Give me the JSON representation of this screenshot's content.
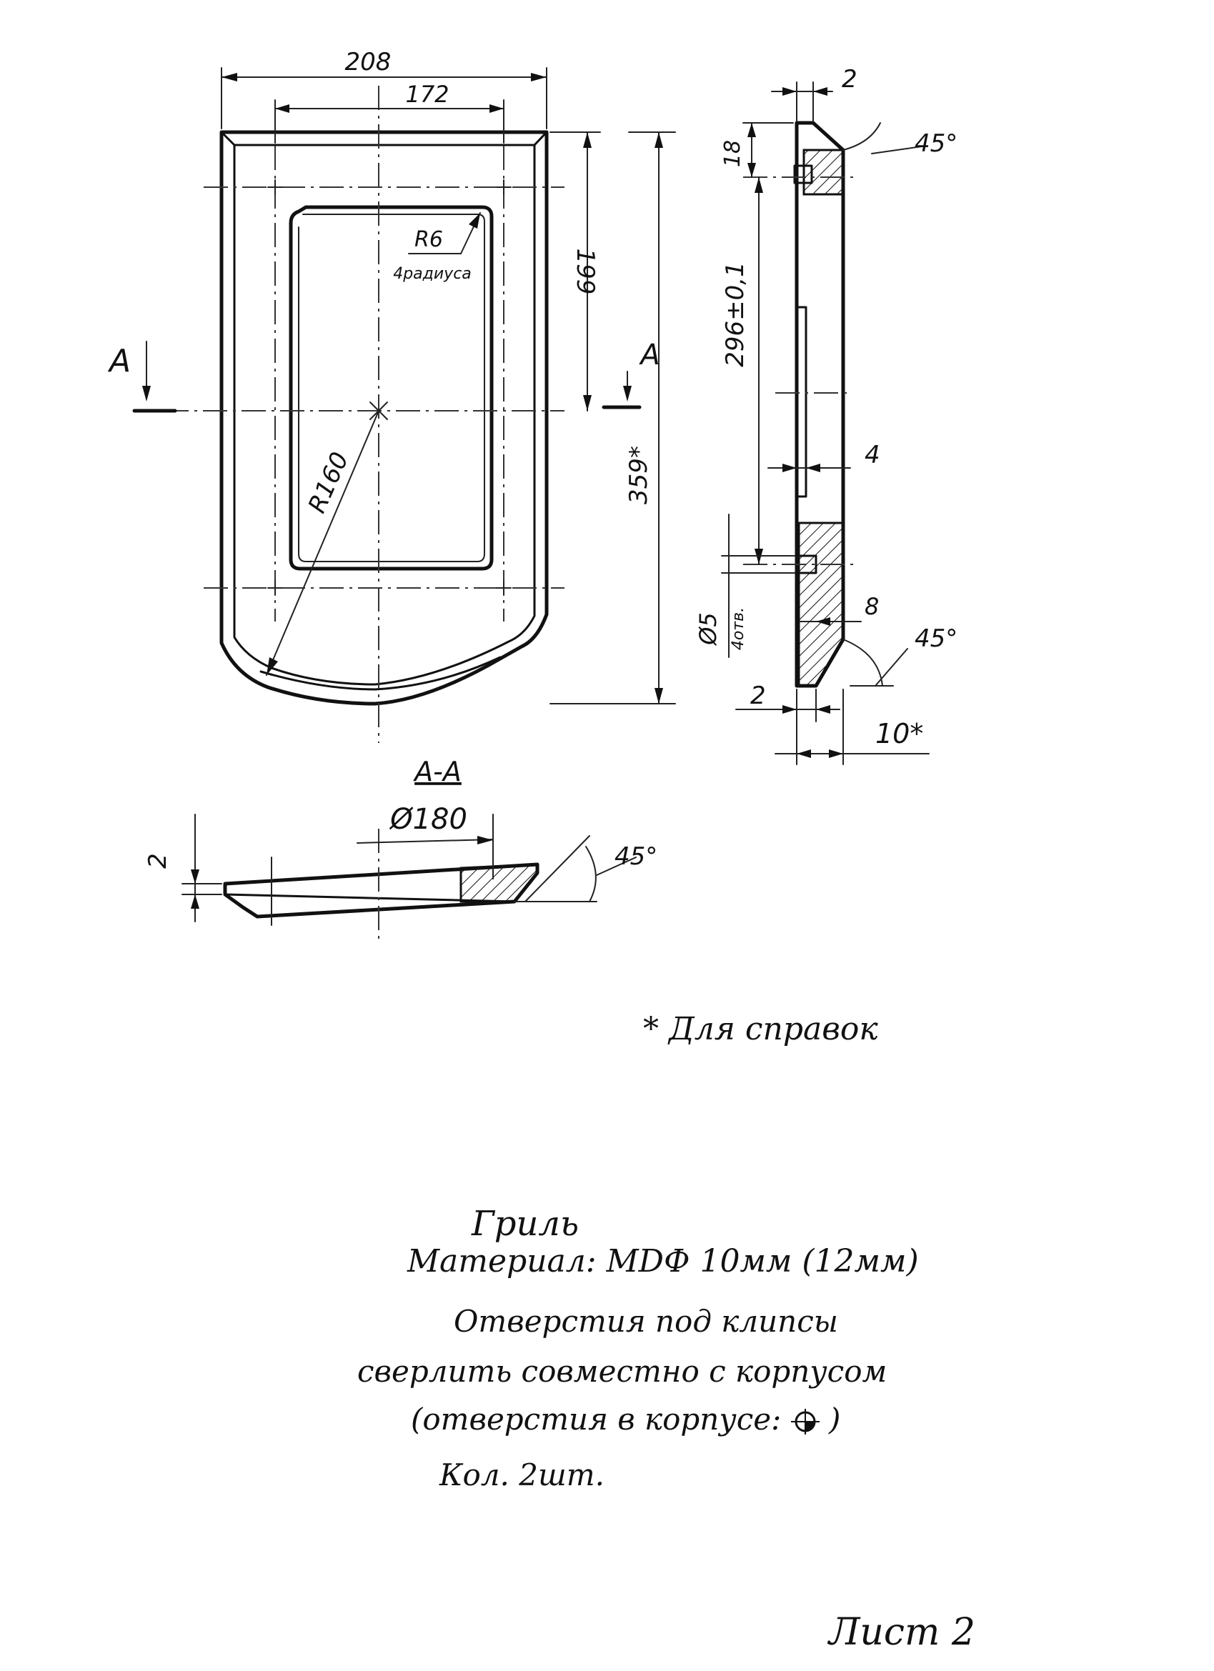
{
  "dimensions": {
    "overall_width": "208",
    "inner_width": "172",
    "corner_radius": "R6",
    "corner_count": "4радиуса",
    "to_section_height": "199",
    "total_height": "359*",
    "arc_radius": "R160",
    "thickness_total": "10*",
    "chamfer_top": "2",
    "chamfer_bottom": "2",
    "hole_pitch": "296±0,1",
    "hole_edge_offset": "18",
    "recess_depth": "4",
    "hole_depth": "8",
    "hole_diameter": "Ø5",
    "hole_count": "4отв.",
    "chamfer_angle_top": "45°",
    "chamfer_angle_bottom": "45°",
    "section_angle": "45°",
    "section_chamfer": "2",
    "section_diameter": "Ø180"
  },
  "section": {
    "marker_left": "A",
    "marker_right": "A",
    "label": "A-A"
  },
  "notes": {
    "reference_note": "* Для справок",
    "title": "Гриль",
    "material": "Материал: MDФ 10мм (12мм)",
    "line1": "Отверстия под клипсы",
    "line2": "сверлить совместно с корпусом",
    "line3": "(отверстия в корпусе:",
    "line3_end": ")",
    "quantity": "Кол. 2шт.",
    "sheet": "Лист 2"
  },
  "icons": {
    "hole_mark": "drill-hole-symbol-icon"
  }
}
